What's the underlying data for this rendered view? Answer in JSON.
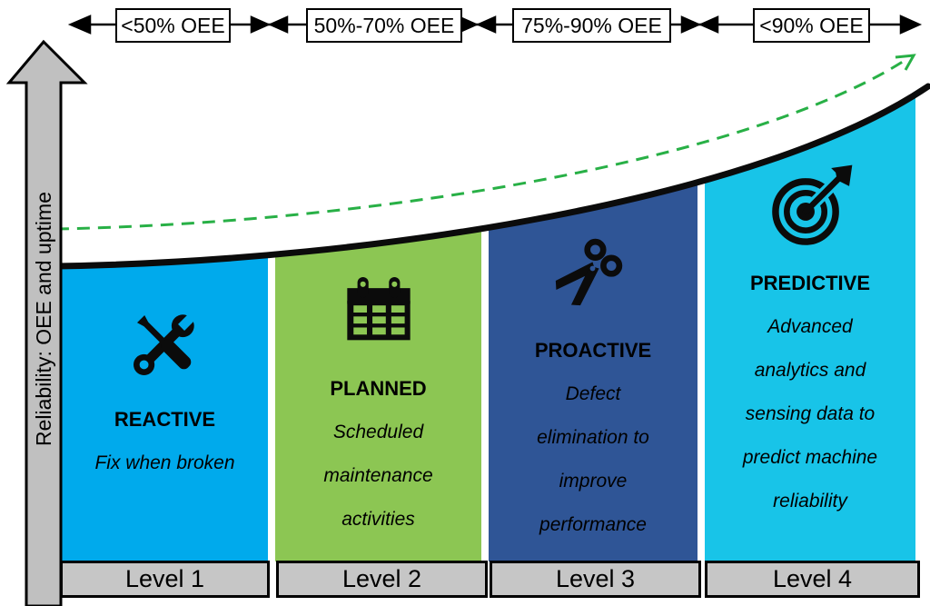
{
  "axis": {
    "label": "Reliability: OEE and uptime"
  },
  "oee_scale": {
    "ranges": [
      "<50% OEE",
      "50%-70% OEE",
      "75%-90% OEE",
      "<90% OEE"
    ]
  },
  "levels": [
    {
      "tab": "Level 1",
      "title": "REACTIVE",
      "icon": "tools-icon",
      "color": "#00AAEC",
      "desc_lines": [
        "Fix when broken"
      ]
    },
    {
      "tab": "Level 2",
      "title": "PLANNED",
      "icon": "calendar-icon",
      "color": "#8CC653",
      "desc_lines": [
        "Scheduled",
        "maintenance",
        "activities"
      ]
    },
    {
      "tab": "Level 3",
      "title": "PROACTIVE",
      "icon": "scissors-icon",
      "color": "#2F5596",
      "desc_lines": [
        "Defect",
        "elimination to",
        "improve",
        "performance"
      ]
    },
    {
      "tab": "Level 4",
      "title": "PREDICTIVE",
      "icon": "target-icon",
      "color": "#18C4E8",
      "desc_lines": [
        "Advanced",
        "analytics and",
        "sensing data to",
        "predict machine",
        "reliability"
      ]
    }
  ],
  "colors": {
    "axis_arrow_gray": "#C0C0C0",
    "level_tab_gray": "#C6C6C6",
    "curve": "#0B0B0B",
    "trend_arrow_green": "#28B046",
    "outline": "#000000"
  }
}
